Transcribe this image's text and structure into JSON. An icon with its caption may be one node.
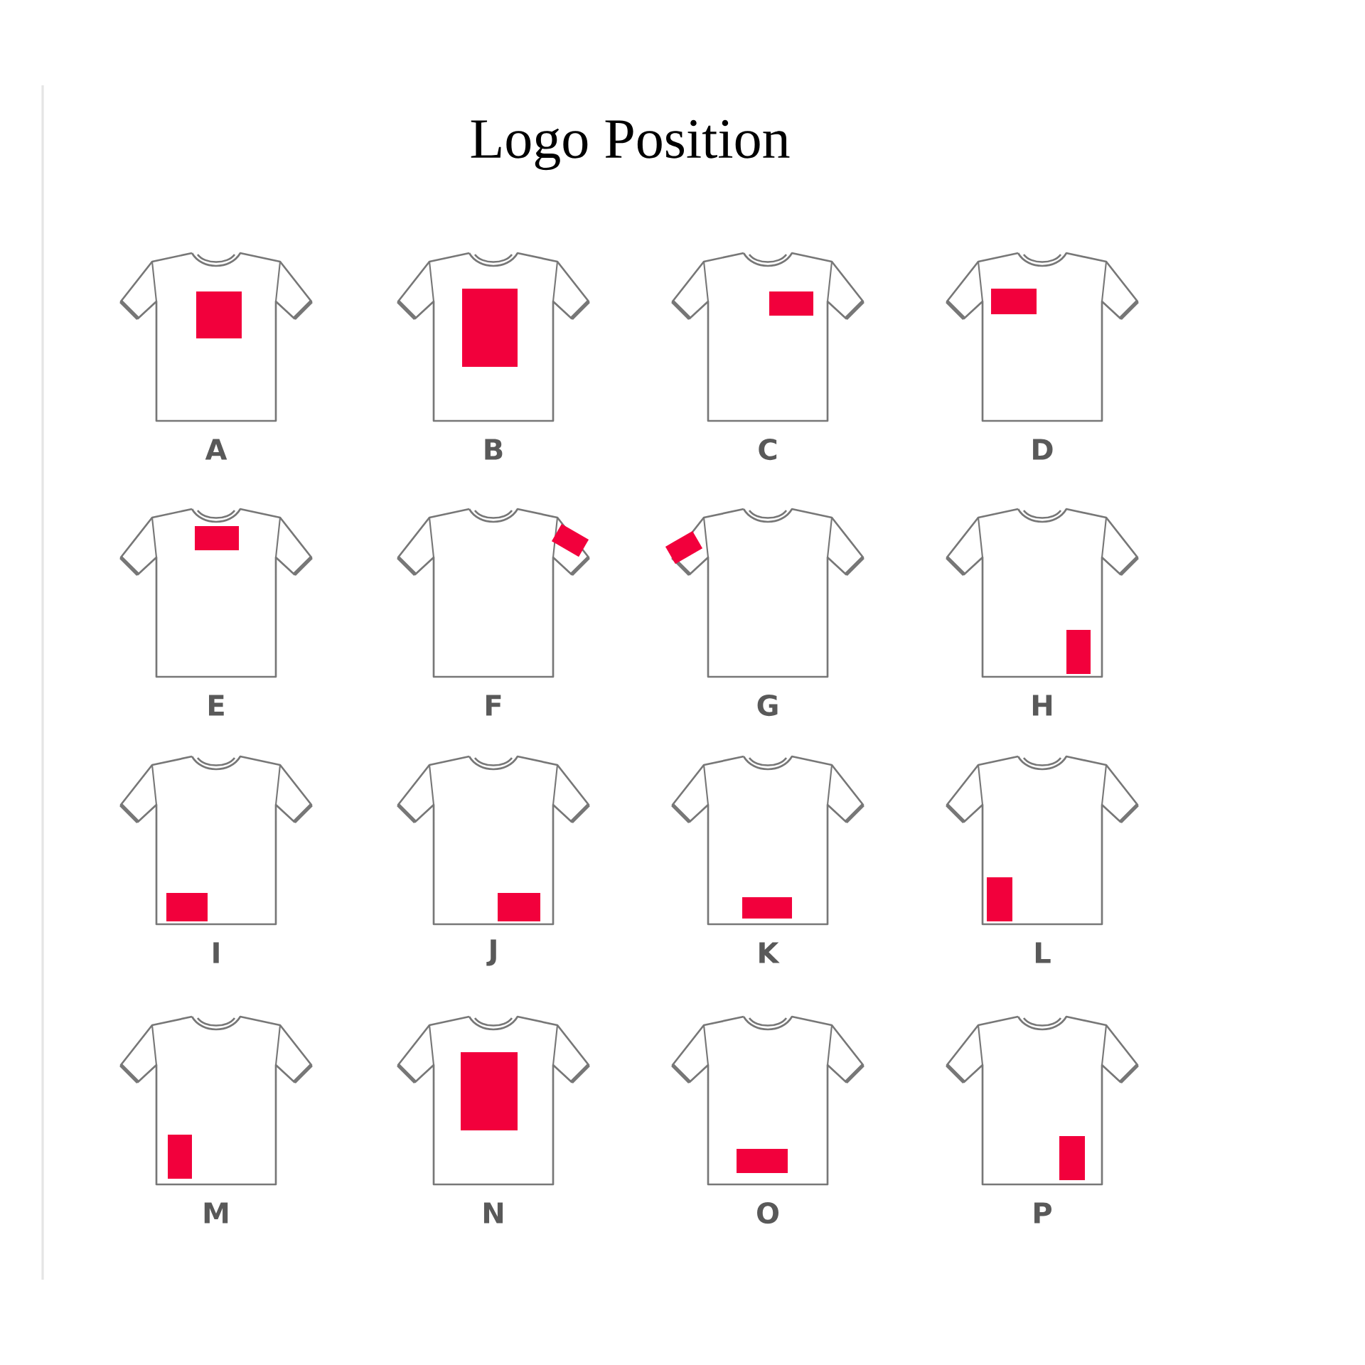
{
  "diagram": {
    "title": "Logo Position",
    "labels": [
      "A",
      "B",
      "C",
      "D",
      "E",
      "F",
      "G",
      "H",
      "I",
      "J",
      "K",
      "L",
      "M",
      "N",
      "O",
      "P"
    ]
  }
}
